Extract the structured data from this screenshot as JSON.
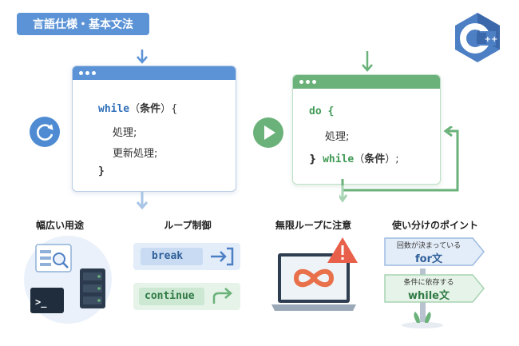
{
  "header": {
    "title": "言語仕様・基本文法"
  },
  "logo": {
    "text": "C",
    "plus": "++",
    "icon": "cpp-hexagon-logo",
    "color": "#4d7fc4"
  },
  "while_window": {
    "line1_kw": "while",
    "line1_open": "（",
    "line1_cond": "条件",
    "line1_close": "）{",
    "line2": "処理;",
    "line3": "更新処理;",
    "line4": "}",
    "icon": "refresh-icon",
    "accent": "#5b93d6"
  },
  "do_window": {
    "line1": "do {",
    "line2": "処理;",
    "line3_brace": "}",
    "line3_kw": "while",
    "line3_open": "（",
    "line3_cond": "条件",
    "line3_close": "）;",
    "icon": "play-icon",
    "accent": "#6ab27a"
  },
  "sections": {
    "usage": {
      "label": "幅広い用途"
    },
    "loop_control": {
      "label": "ループ制御",
      "break_label": "break",
      "continue_label": "continue"
    },
    "infinite": {
      "label": "無限ループに注意"
    },
    "choose": {
      "label": "使い分けのポイント",
      "sign1_line1": "回数が決まっている",
      "sign1_line2": "for文",
      "sign2_line1": "条件に依存する",
      "sign2_line2": "while文"
    }
  },
  "terminal": {
    "prompt": ">_"
  }
}
